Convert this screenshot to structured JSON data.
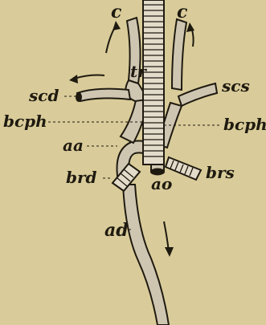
{
  "figure": {
    "labels": {
      "c_left": "c",
      "c_right": "c",
      "tr": "tr",
      "scd": "scd",
      "scs": "scs",
      "bcph_left": "bcph",
      "bcph_right": "bcph",
      "aa": "aa",
      "brd": "brd",
      "ao": "ao",
      "brs": "brs",
      "ad": "ad"
    },
    "colors": {
      "background": "#d9cc9a",
      "ink": "#1f1a10",
      "vessel_fill": "#cfc6b2"
    }
  }
}
